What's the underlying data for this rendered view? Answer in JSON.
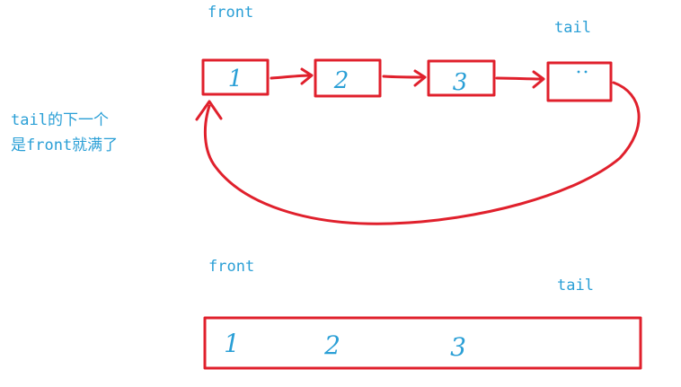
{
  "colors": {
    "ink_red": "#e0202c",
    "ink_blue": "#2a9fd6",
    "background": "#ffffff"
  },
  "top_diagram": {
    "front_label": "front",
    "tail_label": "tail",
    "nodes": [
      "1",
      "2",
      "3",
      ""
    ],
    "last_node_marks": "..",
    "wraparound_arrow": true
  },
  "note": {
    "line1": "tail的下一个",
    "line2": "是front就满了"
  },
  "bottom_diagram": {
    "front_label": "front",
    "tail_label": "tail",
    "values": [
      "1",
      "2",
      "3"
    ]
  }
}
